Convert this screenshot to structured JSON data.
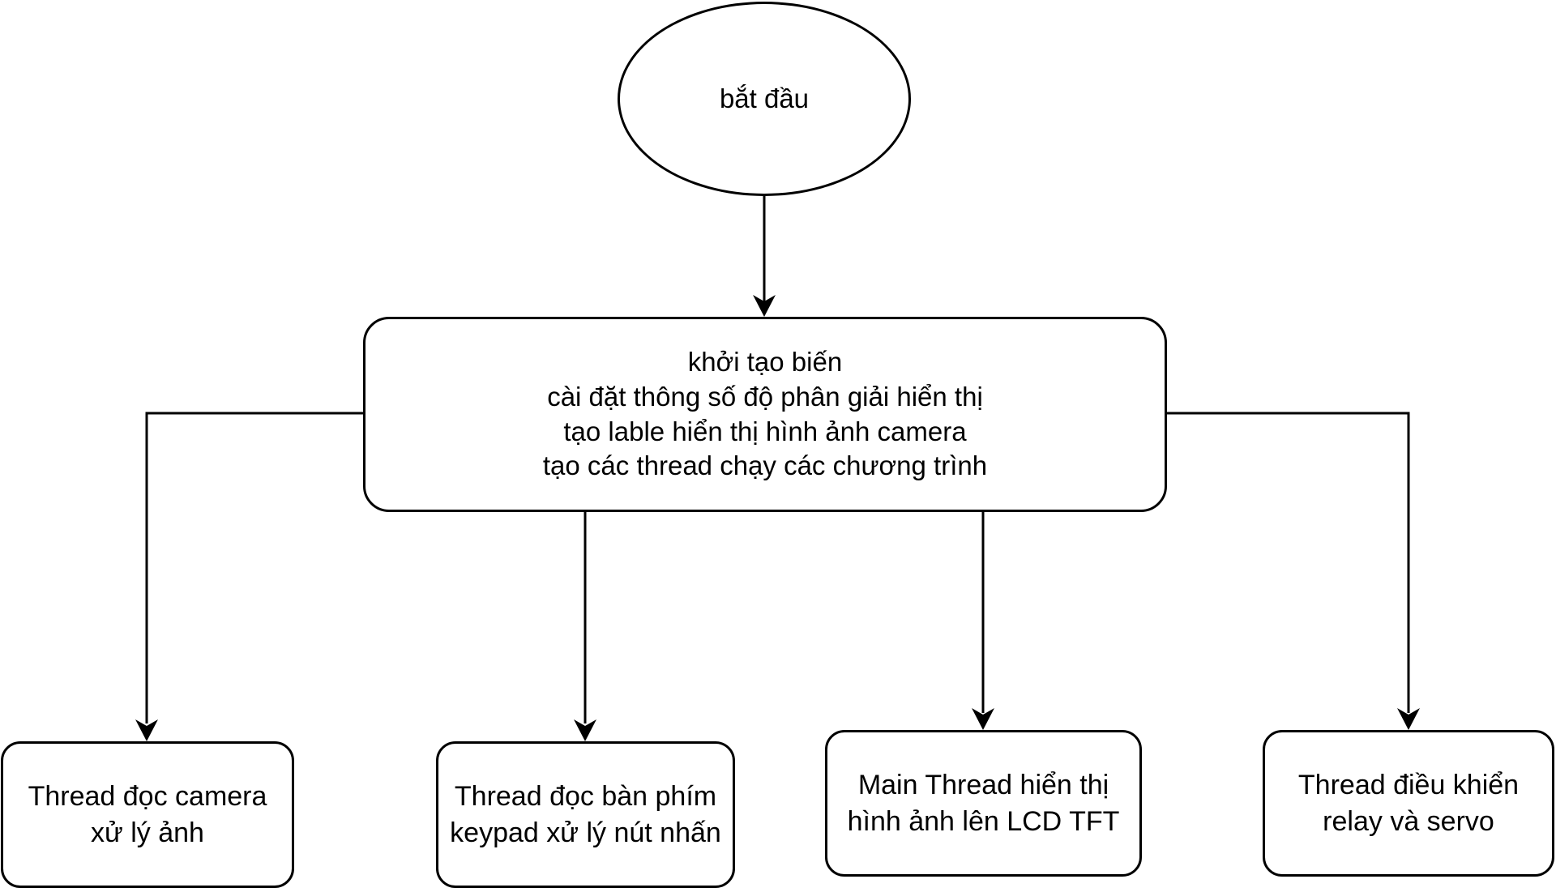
{
  "diagram": {
    "start": {
      "label": "bắt đầu"
    },
    "init": {
      "lines": [
        "khởi tạo biến",
        "cài đặt thông số độ phân giải hiển thị",
        "tạo lable hiển thị hình ảnh camera",
        "tạo các thread chạy các chương trình"
      ]
    },
    "threads": [
      {
        "lines": [
          "Thread đọc camera",
          "xử lý ảnh"
        ]
      },
      {
        "lines": [
          "Thread đọc bàn phím",
          "keypad xử lý nút nhấn"
        ]
      },
      {
        "lines": [
          "Main Thread hiển thị",
          "hình ảnh lên LCD TFT"
        ]
      },
      {
        "lines": [
          "Thread điều khiển",
          "relay và servo"
        ]
      }
    ]
  }
}
